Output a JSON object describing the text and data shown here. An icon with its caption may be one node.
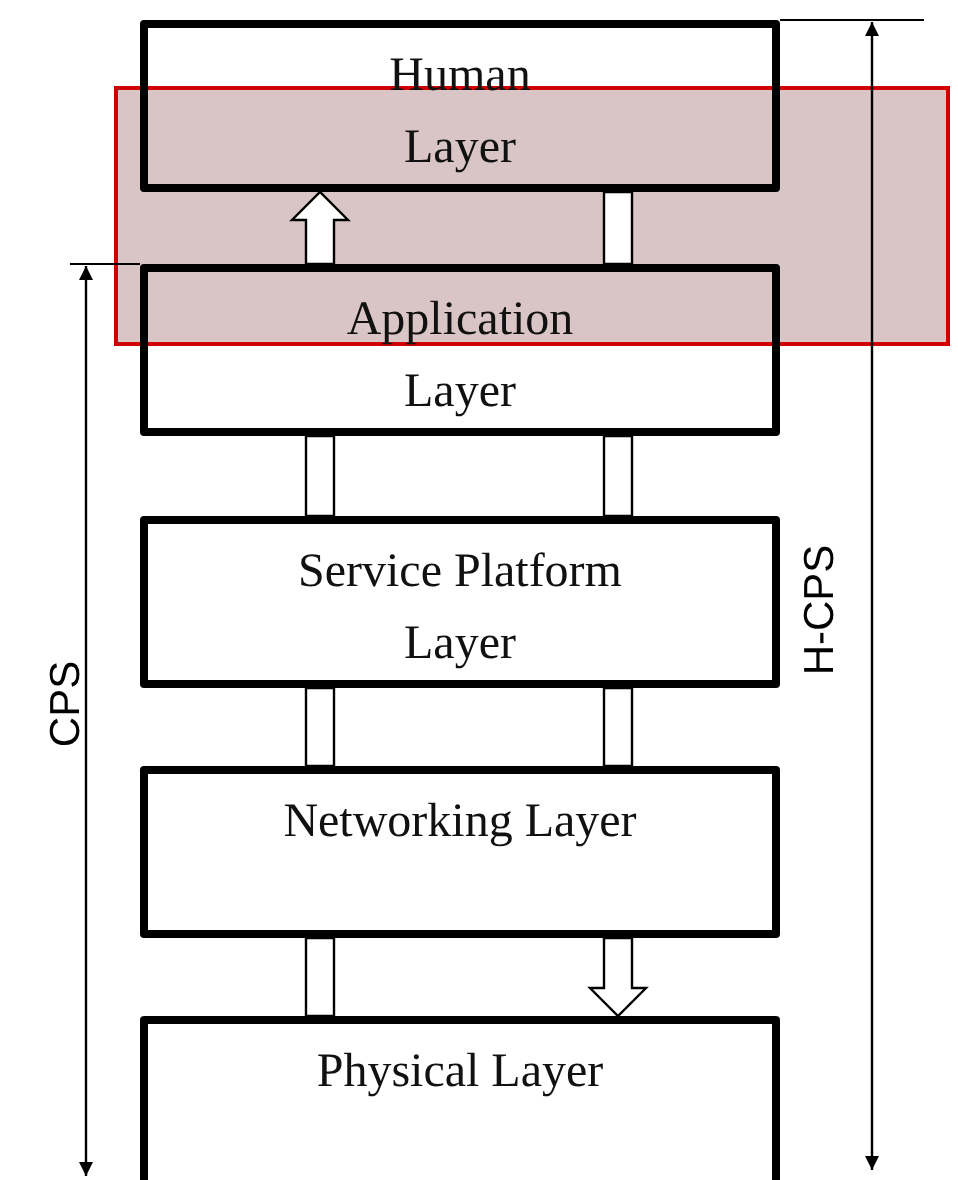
{
  "diagram": {
    "nodes": [
      {
        "text": [
          "Human Layer"
        ]
      },
      {
        "text": [
          "Application Layer"
        ]
      },
      {
        "text": [
          "Service Platform Layer"
        ]
      },
      {
        "text": [
          "Networking Layer"
        ]
      },
      {
        "text": [
          "Physical Layer"
        ]
      }
    ],
    "edges": [
      {
        "from": 1,
        "to": 0,
        "arrow": "to"
      },
      {
        "from": 0,
        "to": 1,
        "arrow": "none"
      },
      {
        "from": 1,
        "to": 2,
        "arrow": "none"
      },
      {
        "from": 1,
        "to": 2,
        "arrow": "none"
      },
      {
        "from": 2,
        "to": 3,
        "arrow": "none"
      },
      {
        "from": 2,
        "to": 3,
        "arrow": "none"
      },
      {
        "from": 3,
        "to": 4,
        "arrow": "none"
      },
      {
        "from": 3,
        "to": 4,
        "arrow": "to"
      }
    ],
    "labels": [
      "CPS",
      "H-CPS"
    ]
  }
}
